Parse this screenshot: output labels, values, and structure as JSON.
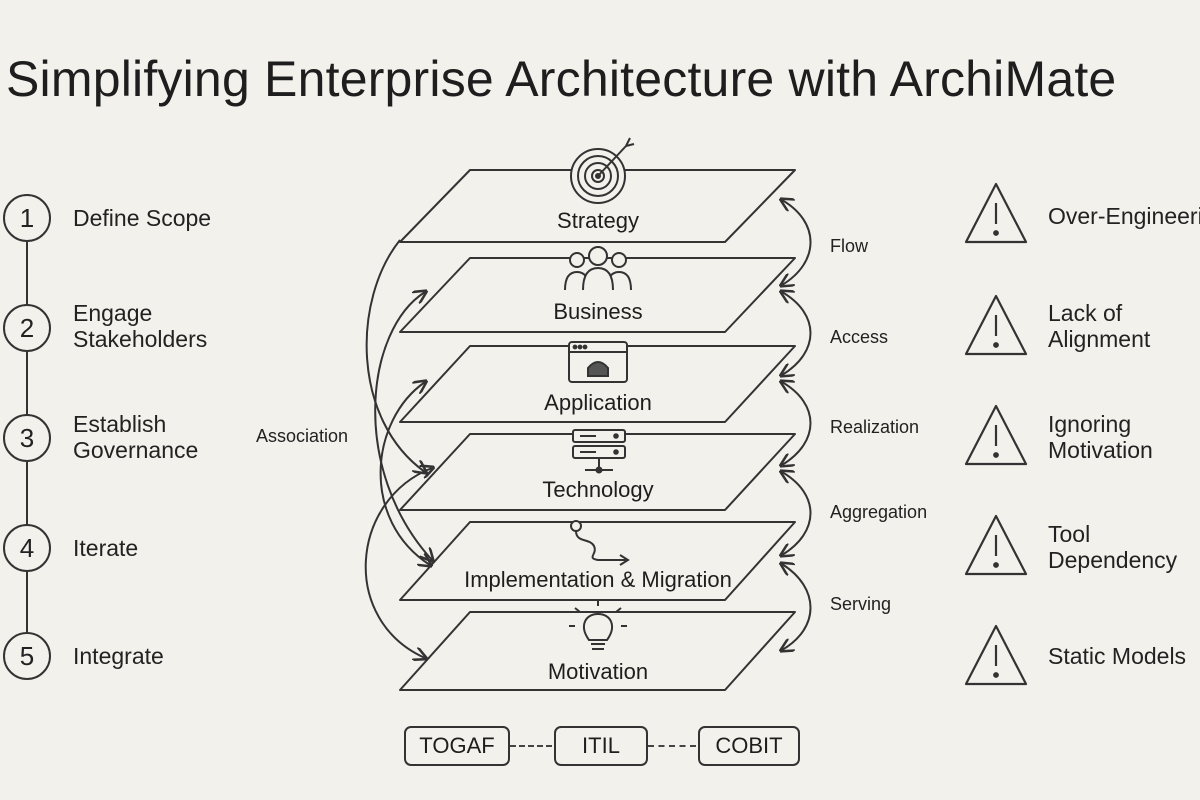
{
  "title": "Simplifying Enterprise Architecture with ArchiMate",
  "steps": [
    {
      "number": "1",
      "label": "Define Scope"
    },
    {
      "number": "2",
      "label": "Engage Stakeholders"
    },
    {
      "number": "3",
      "label": "Establish Governance"
    },
    {
      "number": "4",
      "label": "Iterate"
    },
    {
      "number": "5",
      "label": "Integrate"
    }
  ],
  "layers": [
    {
      "label": "Strategy",
      "icon": "target-icon"
    },
    {
      "label": "Business",
      "icon": "people-icon"
    },
    {
      "label": "Application",
      "icon": "app-window-icon"
    },
    {
      "label": "Technology",
      "icon": "server-icon"
    },
    {
      "label": "Implementation & Migration",
      "icon": "path-arrow-icon"
    },
    {
      "label": "Motivation",
      "icon": "lightbulb-icon"
    }
  ],
  "relationships_right": [
    "Flow",
    "Access",
    "Realization",
    "Aggregation",
    "Serving"
  ],
  "relationship_left": "Association",
  "pitfalls": [
    {
      "label": "Over-Engineering"
    },
    {
      "label": "Lack of Alignment"
    },
    {
      "label": "Ignoring Motivation"
    },
    {
      "label": "Tool Dependency"
    },
    {
      "label": "Static Models"
    }
  ],
  "frameworks": [
    "TOGAF",
    "ITIL",
    "COBIT"
  ]
}
